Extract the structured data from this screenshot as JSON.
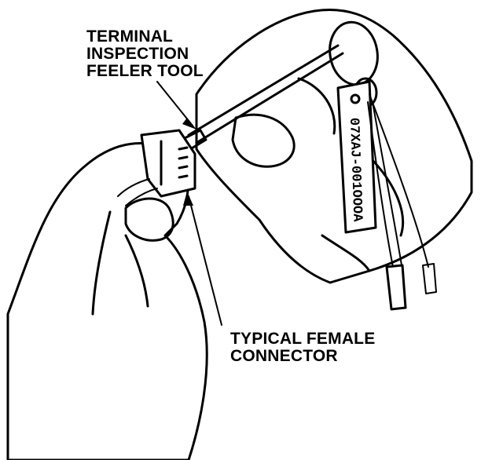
{
  "callouts": {
    "tool": {
      "line1": "TERMINAL",
      "line2": "INSPECTION",
      "line3": "FEELER TOOL"
    },
    "connector": {
      "line1": "TYPICAL FEMALE",
      "line2": "CONNECTOR"
    }
  },
  "tag": {
    "part_number": "07XAJ-001OOOA"
  },
  "colors": {
    "ink": "#000000",
    "paper": "#ffffff"
  }
}
